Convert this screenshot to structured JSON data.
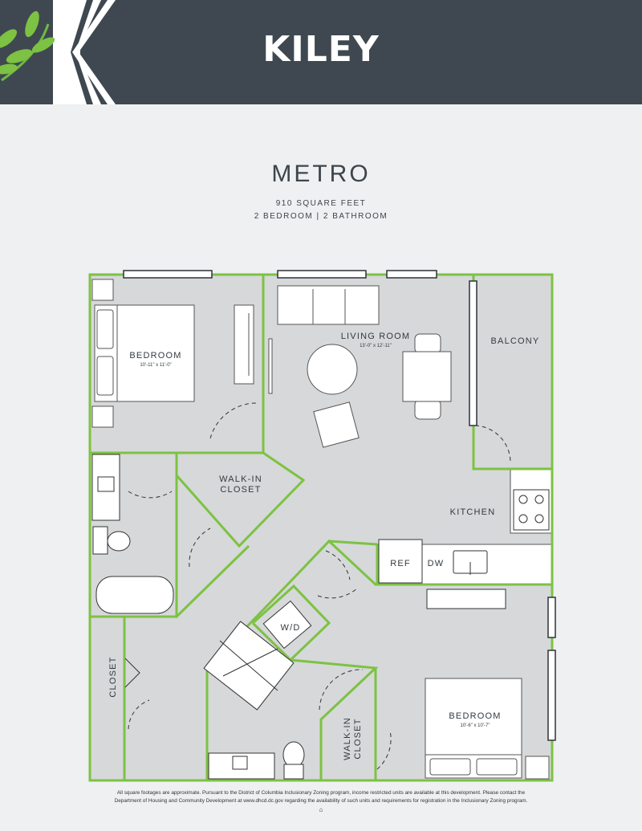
{
  "header": {
    "brand": "KILEY"
  },
  "plan": {
    "name": "METRO",
    "area": "910 SQUARE FEET",
    "config": "2 BEDROOM | 2 BATHROOM"
  },
  "rooms": {
    "bedroom1": {
      "label": "BEDROOM",
      "dims": "10'-11\" x 11'-0\""
    },
    "living": {
      "label": "LIVING ROOM",
      "dims": "13'-0\" x 12'-11\""
    },
    "balcony": {
      "label": "BALCONY"
    },
    "walkin1_line1": "WALK-IN",
    "walkin1_line2": "CLOSET",
    "kitchen": {
      "label": "KITCHEN"
    },
    "ref": "REF",
    "dw": "DW",
    "wd": "W/D",
    "closet": "CLOSET",
    "walkin2_line1": "WALK-IN",
    "walkin2_line2": "CLOSET",
    "bedroom2": {
      "label": "BEDROOM",
      "dims": "10'-6\" x 10'-7\""
    }
  },
  "footer": {
    "disclaimer_1": "All square footages are approximate. Pursuant to the District of Columbia Inclusionary Zoning program, income restricted units are available at this development. Please contact the",
    "disclaimer_2": "Department of Housing and Community Development at www.dhcd.dc.gov regarding the availability of such units and requirements for registration in the Inclusionary Zoning program.",
    "eho_icon": "equal-housing-icon"
  },
  "colors": {
    "header_bg": "#3f4850",
    "wall_green": "#7dc242",
    "floor_gray": "#d6d8da",
    "page_bg": "#eef0f1"
  }
}
